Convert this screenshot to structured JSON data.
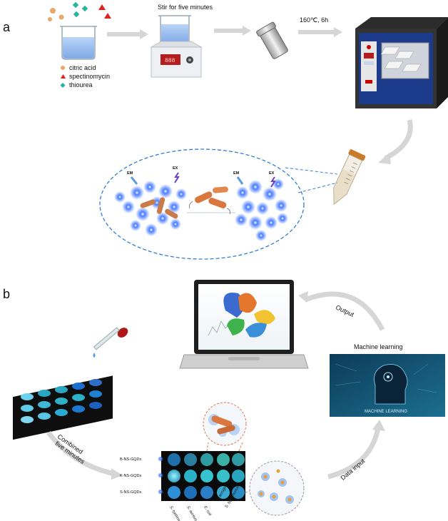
{
  "panel_a": {
    "letter": "a",
    "stir_label": "Stir for five minutes",
    "temp_label": "160℃,   6h",
    "legend": [
      {
        "label": "citric acid",
        "marker": "circle",
        "color": "#e9a86b"
      },
      {
        "label": "spectinomycin",
        "marker": "triangle",
        "color": "#d9251d"
      },
      {
        "label": "thiourea",
        "marker": "diamond",
        "color": "#2ab39e"
      }
    ],
    "em_label": "EM",
    "ex_label": "EX"
  },
  "panel_b": {
    "letter": "b",
    "output_label": "Output",
    "ml_title": "Machine learning",
    "ml_banner": "MACHINE LEARNING",
    "combined_label_1": "Combined",
    "combined_label_2": "five minutes",
    "data_input_label": "Data input",
    "row_labels": [
      "B-NS-GQDs",
      "K-NS-GQDs",
      "S-NS-GQDs"
    ],
    "column_labels": [
      "S. typhimurium",
      "S. aureus",
      "E. coli",
      "P. aeruginosa",
      "S. typhimurium"
    ]
  },
  "colors": {
    "arrow_gray": "#d6d6d6",
    "dashed_blue": "#2f7fd6",
    "oven_blue": "#1c3b8a",
    "glow_blue": "#3a6cf2",
    "bacteria_orange": "#d9773e",
    "well_teal": "#2ba6c2",
    "dashed_orange": "#e07b4f"
  }
}
